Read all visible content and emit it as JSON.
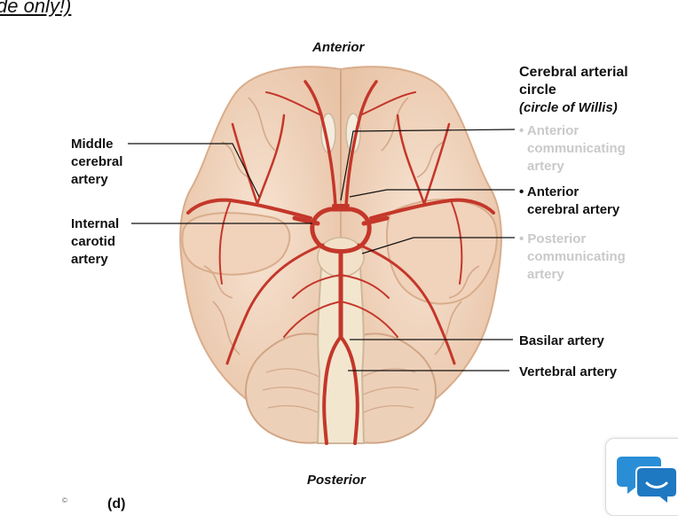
{
  "header_fragment": "de only!)",
  "orientation": {
    "anterior": "Anterior",
    "posterior": "Posterior"
  },
  "circle_title": {
    "line1": "Cerebral arterial",
    "line2": "circle",
    "subtitle": "(circle of Willis)"
  },
  "labels_left": {
    "middle_cerebral": [
      "Middle",
      "cerebral",
      "artery"
    ],
    "internal_carotid": [
      "Internal",
      "carotid",
      "artery"
    ]
  },
  "labels_right": {
    "anterior_communicating": [
      "• Anterior",
      "communicating",
      "artery"
    ],
    "anterior_cerebral": [
      "• Anterior",
      "cerebral artery"
    ],
    "posterior_communicating": [
      "• Posterior",
      "communicating",
      "artery"
    ],
    "basilar": "Basilar  artery",
    "vertebral": "Vertebral artery"
  },
  "panel_label": "(d)",
  "copyright_mark": "©",
  "colors": {
    "brain": "#f3d9c4",
    "brain_shade": "#e6bfa2",
    "artery": "#c4372a",
    "faded_label": "#c9c9c9",
    "chat_blue": "#2a8ed6"
  },
  "icons": {
    "chat": "chat-bubbles-icon"
  }
}
